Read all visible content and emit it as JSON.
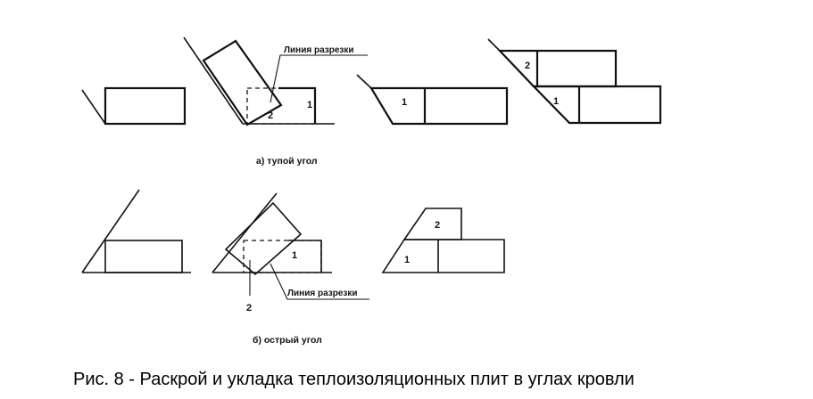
{
  "figure": {
    "caption": "Рис. 8 - Раскрой и укладка теплоизоляционных плит в углах кровли",
    "section_a": {
      "subtitle": "а) тупой угол",
      "cut_line_label": "Линия разрезки",
      "piece_labels": [
        "1",
        "2",
        "1",
        "2",
        "1"
      ]
    },
    "section_b": {
      "subtitle": "б) острый угол",
      "cut_line_label": "Линия разрезки",
      "piece_labels": [
        "1",
        "2",
        "2",
        "1"
      ]
    }
  }
}
